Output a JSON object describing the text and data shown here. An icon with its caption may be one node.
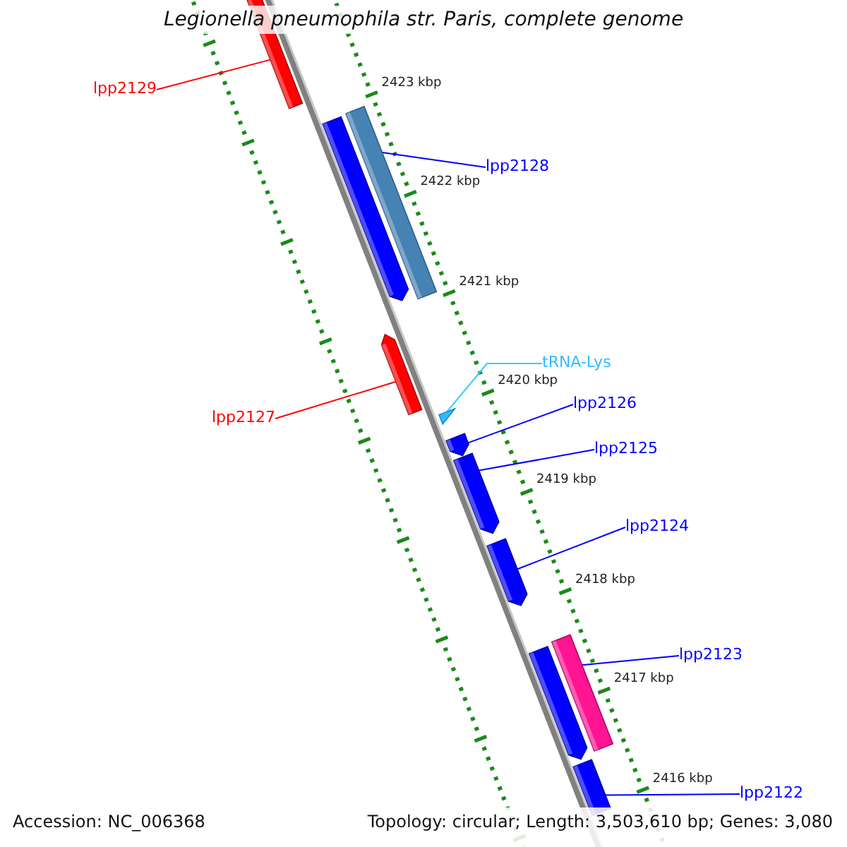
{
  "diagram": {
    "title": "Legionella pneumophila str. Paris, complete genome",
    "nodes": [
      {
        "text": [
          "lpp2129"
        ]
      },
      {
        "text": [],
        "shape": "bar"
      },
      {
        "text": [
          "lpp2128"
        ]
      },
      {
        "text": [],
        "shape": "bar"
      },
      {
        "text": [
          "lpp2127"
        ]
      },
      {
        "text": [],
        "shape": "bar"
      },
      {
        "text": [
          "tRNA-Lys"
        ]
      },
      {
        "text": [],
        "shape": "triangle"
      },
      {
        "text": [
          "lpp2126"
        ]
      },
      {
        "text": [],
        "shape": "bar"
      },
      {
        "text": [
          "lpp2125"
        ]
      },
      {
        "text": [],
        "shape": "bar"
      },
      {
        "text": [
          "lpp2124"
        ]
      },
      {
        "text": [],
        "shape": "bar"
      },
      {
        "text": [
          "lpp2123"
        ]
      },
      {
        "text": [],
        "shape": "bar"
      },
      {
        "text": [
          "lpp2122"
        ]
      },
      {
        "text": [],
        "shape": "bar"
      }
    ],
    "edges": [
      {
        "from": 0,
        "to": 1,
        "arrow": "none",
        "color": "#ff0000"
      },
      {
        "from": 2,
        "to": 3,
        "arrow": "none"
      },
      {
        "from": 4,
        "to": 5,
        "arrow": "none",
        "color": "#ff0000"
      },
      {
        "from": 6,
        "to": 7,
        "arrow": "none",
        "color": "#33ccff"
      },
      {
        "from": 8,
        "to": 9,
        "arrow": "none"
      },
      {
        "from": 10,
        "to": 11,
        "arrow": "none"
      },
      {
        "from": 12,
        "to": 13,
        "arrow": "none"
      },
      {
        "from": 14,
        "to": 15,
        "arrow": "none"
      },
      {
        "from": 16,
        "to": 17,
        "arrow": "none"
      }
    ],
    "labels": [
      "2423 kbp",
      "2422 kbp",
      "2421 kbp",
      "2420 kbp",
      "2419 kbp",
      "2418 kbp",
      "2417 kbp",
      "2416 kbp",
      "Accession: NC_006368",
      "Topology: circular; Length: 3,503,610 bp; Genes: 3,080"
    ]
  }
}
